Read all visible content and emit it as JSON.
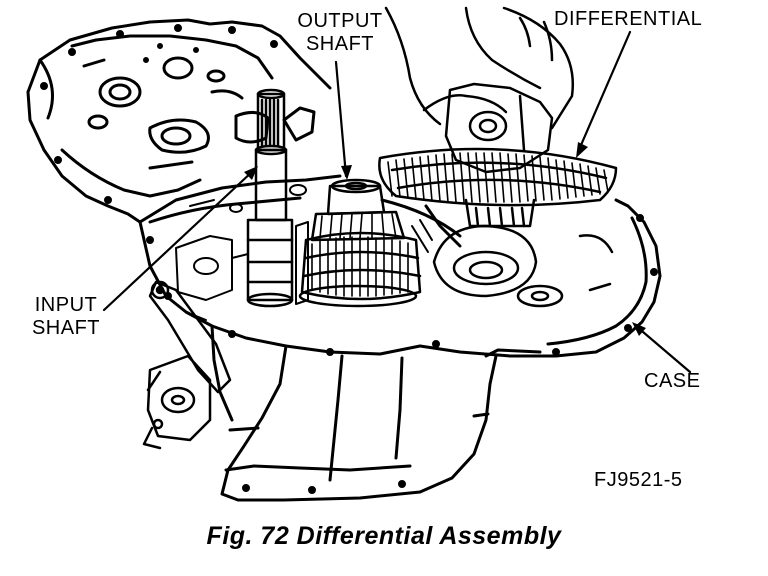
{
  "labels": {
    "output_shaft": [
      "OUTPUT",
      "SHAFT"
    ],
    "differential": "DIFFERENTIAL",
    "input_shaft": [
      "INPUT",
      "SHAFT"
    ],
    "case": "CASE"
  },
  "figure_id": "FJ9521-5",
  "caption": "Fig. 72 Differential Assembly",
  "colors": {
    "ink": "#000000",
    "paper": "#ffffff"
  }
}
